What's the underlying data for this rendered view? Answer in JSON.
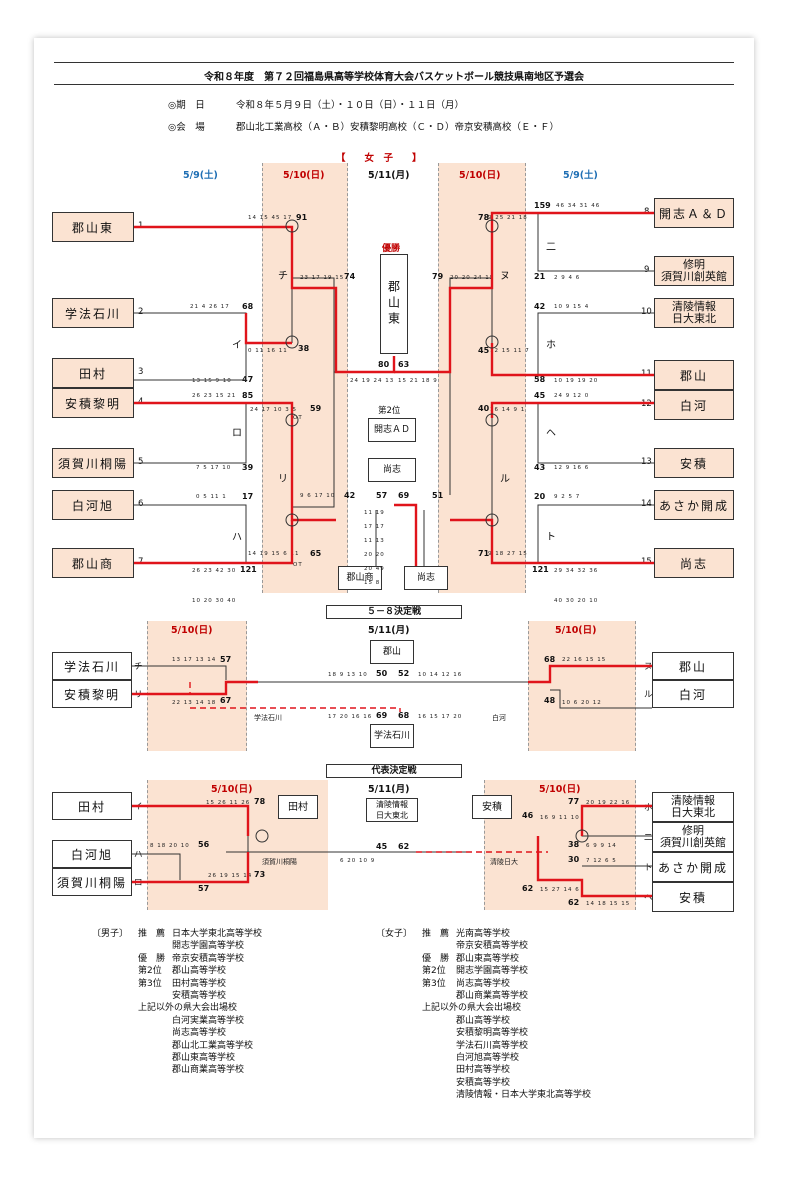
{
  "title": "令和８年度　第７２回福島県高等学校体育大会バスケットボール競技県南地区予選会",
  "info": {
    "date_label": "◎期　日",
    "date_value": "令和８年５月９日（土）・１０日（日）・１１日（月）",
    "venue_label": "◎会　場",
    "venue_value": "郡山北工業高校（Ａ・Ｂ）安積黎明高校（Ｃ・Ｄ）帝京安積高校（Ｅ・Ｆ）"
  },
  "bracket": {
    "header": "【　　女　子　　】",
    "d1": "5/9(土)",
    "d2": "5/10(日)",
    "d3": "5/11(月)",
    "champion_label": "優勝",
    "champion": "郡山東",
    "second_label": "第2位",
    "second": "開志ＡＤ",
    "third_a": "尚志",
    "third_b": "郡山商",
    "third_c": "尚志",
    "left_teams": [
      {
        "seed": "1",
        "name": "郡山東"
      },
      {
        "seed": "2",
        "name": "学法石川"
      },
      {
        "seed": "3",
        "name": "田村"
      },
      {
        "seed": "4",
        "name": "安積黎明"
      },
      {
        "seed": "5",
        "name": "須賀川桐陽"
      },
      {
        "seed": "6",
        "name": "白河旭"
      },
      {
        "seed": "7",
        "name": "郡山商"
      }
    ],
    "right_teams": [
      {
        "seed": "8",
        "name": "開志Ａ＆Ｄ"
      },
      {
        "seed": "9",
        "name": "修明",
        "name2": "須賀川創英館"
      },
      {
        "seed": "10",
        "name": "清陵情報",
        "name2": "日大東北"
      },
      {
        "seed": "11",
        "name": "郡山"
      },
      {
        "seed": "12",
        "name": "白河"
      },
      {
        "seed": "13",
        "name": "安積"
      },
      {
        "seed": "14",
        "name": "あさか開成"
      },
      {
        "seed": "15",
        "name": "尚志"
      }
    ],
    "game_labels_left": [
      "チ",
      "イ",
      "ロ",
      "リ",
      "ハ"
    ],
    "game_labels_right": [
      "ヌ",
      "二",
      "ホ",
      "ヘ",
      "ル",
      "ト"
    ],
    "scores": {
      "l1": "91",
      "l2a": "68",
      "l2b": "38",
      "l3": "47",
      "l4": "85",
      "l5": "59",
      "l6": "39",
      "l7": "17",
      "l8": "65",
      "l9": "121",
      "lq1": "74",
      "lq2": "42",
      "f1": "80",
      "f2": "63",
      "s1": "57",
      "s2": "69",
      "rq1": "79",
      "rq2": "51",
      "r1": "159",
      "r1b": "78",
      "r2": "21",
      "r3": "42",
      "r3b": "45",
      "r4": "58",
      "r5": "45",
      "r5b": "40",
      "r6": "43",
      "r7": "20",
      "r7b": "71",
      "r8": "121"
    },
    "quarters": {
      "l1": "14 15 45 17",
      "l1b": "23 17 19 15",
      "l2": "21 4 26 17",
      "l2b": "0 11 16 11",
      "l3": "13 15 9 10",
      "l4": "26 23 15 21",
      "l4b": "24 17 10 3 5",
      "l4c": "OT",
      "l6": "7 5 17 10",
      "l7": "0 5 11 1",
      "l8": "14 19 15 6 11",
      "l8b": "OT",
      "l9": "26 23 42 30",
      "l9b": "10 20 30 40",
      "lf1": "9 6 17 10",
      "r1": "46 34 31 46",
      "r1b": "9 25 21 18",
      "r2": "2 9 4 6",
      "r1c": "20 20 24 15",
      "r3": "10 9 15 4",
      "r3b": "12 15 11 7",
      "r4": "10 19 19 20",
      "r5": "24 9 12 0",
      "r5b": "16 14 9 1",
      "r6": "12 9 16 6",
      "r7": "9 2 5 7",
      "r7b": "9 18 27 15",
      "r8": "29 34 32 36",
      "r8b": "40 30 20 10",
      "f1": "24 19 24 13",
      "f2": "15 21 18 9",
      "s1": "11 19",
      "s2": "17 17",
      "s3": "11 13",
      "s4": "20 20",
      "s5": "20 49",
      "s6": "15 8"
    }
  },
  "consolation": {
    "header": "５－８決定戦",
    "d_left": "5/10(日)",
    "d_center": "5/11(月)",
    "d_right": "5/10(日)",
    "left_teams": [
      {
        "name": "学法石川",
        "label": "チ"
      },
      {
        "name": "安積黎明",
        "label": "リ"
      }
    ],
    "right_teams": [
      {
        "name": "郡山",
        "label": "ヌ"
      },
      {
        "name": "白河",
        "label": "ル"
      }
    ],
    "scores": {
      "a": "57",
      "b": "67",
      "c": "50",
      "d": "52",
      "e": "68",
      "f": "48",
      "g": "69",
      "h": "68"
    },
    "quarters": {
      "a": "13 17 13 14",
      "b": "22 13 14 18",
      "c": "18 9 13 10",
      "d": "10 14 12 16",
      "e": "22 16 15 15",
      "f": "10 6 20 12",
      "g": "17 20 16 16",
      "h": "16 15 17 20"
    },
    "winner_box": "郡山",
    "loser_box": "学法石川",
    "left_sub": "学法石川",
    "right_sub": "白河"
  },
  "rep": {
    "header": "代表決定戦",
    "d_left": "5/10(日)",
    "d_center": "5/11(月)",
    "d_right": "5/10(日)",
    "left_teams": [
      {
        "name": "田村",
        "label": "イ"
      },
      {
        "name": "白河旭",
        "label": "ハ"
      },
      {
        "name": "須賀川桐陽",
        "label": "ロ"
      }
    ],
    "right_teams": [
      {
        "name": "清陵情報",
        "name2": "日大東北",
        "label": "ホ"
      },
      {
        "name": "修明",
        "name2": "須賀川創英館",
        "label": "二"
      },
      {
        "name": "あさか開成",
        "label": "ト"
      },
      {
        "name": "安積",
        "label": "ヘ"
      }
    ],
    "box_left": "田村",
    "box_center": "清陵情報",
    "box_center2": "日大東北",
    "box_right": "安積",
    "sub_left": "須賀川桐陽",
    "sub_right": "清陵日大",
    "scores": {
      "a": "78",
      "b": "56",
      "c": "73",
      "d": "57",
      "e": "45",
      "f": "62",
      "g": "77",
      "h": "46",
      "i": "38",
      "j": "30",
      "k": "62",
      "l": "62"
    },
    "quarters": {
      "a": "15 26 11 26",
      "b": "8 18 20 10",
      "c": "26 19 15 14",
      "d": "6 20 10 9",
      "e": "20 19 22 16",
      "f": "16 9 11 10",
      "g": "6 9 9 14",
      "h": "7 12 6 5",
      "i": "15 27 14 6",
      "j": "14 18 15 15"
    }
  },
  "notes": {
    "boys_head": "〔男子〕",
    "boys": [
      {
        "k": "推　薦",
        "v": "日本大学東北高等学校"
      },
      {
        "k": "",
        "v": "開志学園高等学校"
      },
      {
        "k": "優　勝",
        "v": "帝京安積高等学校"
      },
      {
        "k": "第2位",
        "v": "郡山高等学校"
      },
      {
        "k": "第3位",
        "v": "田村高等学校"
      },
      {
        "k": "",
        "v": "安積高等学校"
      },
      {
        "k": "上記以外の県大会出場校",
        "v": ""
      },
      {
        "k": "",
        "v": "白河実業高等学校"
      },
      {
        "k": "",
        "v": "尚志高等学校"
      },
      {
        "k": "",
        "v": "郡山北工業高等学校"
      },
      {
        "k": "",
        "v": "郡山東高等学校"
      },
      {
        "k": "",
        "v": "郡山商業高等学校"
      }
    ],
    "girls_head": "〔女子〕",
    "girls": [
      {
        "k": "推　薦",
        "v": "光南高等学校"
      },
      {
        "k": "",
        "v": "帝京安積高等学校"
      },
      {
        "k": "優　勝",
        "v": "郡山東高等学校"
      },
      {
        "k": "第2位",
        "v": "開志学園高等学校"
      },
      {
        "k": "第3位",
        "v": "尚志高等学校"
      },
      {
        "k": "",
        "v": "郡山商業高等学校"
      },
      {
        "k": "上記以外の県大会出場校",
        "v": ""
      },
      {
        "k": "",
        "v": "郡山高等学校"
      },
      {
        "k": "",
        "v": "安積黎明高等学校"
      },
      {
        "k": "",
        "v": "学法石川高等学校"
      },
      {
        "k": "",
        "v": "白河旭高等学校"
      },
      {
        "k": "",
        "v": "田村高等学校"
      },
      {
        "k": "",
        "v": "安積高等学校"
      },
      {
        "k": "",
        "v": "清陵情報・日本大学東北高等学校"
      }
    ]
  },
  "colors": {
    "win_line": "#e0141b",
    "shade": "#fbe3d2",
    "blue": "#1f6fb4",
    "red": "#c00000"
  }
}
